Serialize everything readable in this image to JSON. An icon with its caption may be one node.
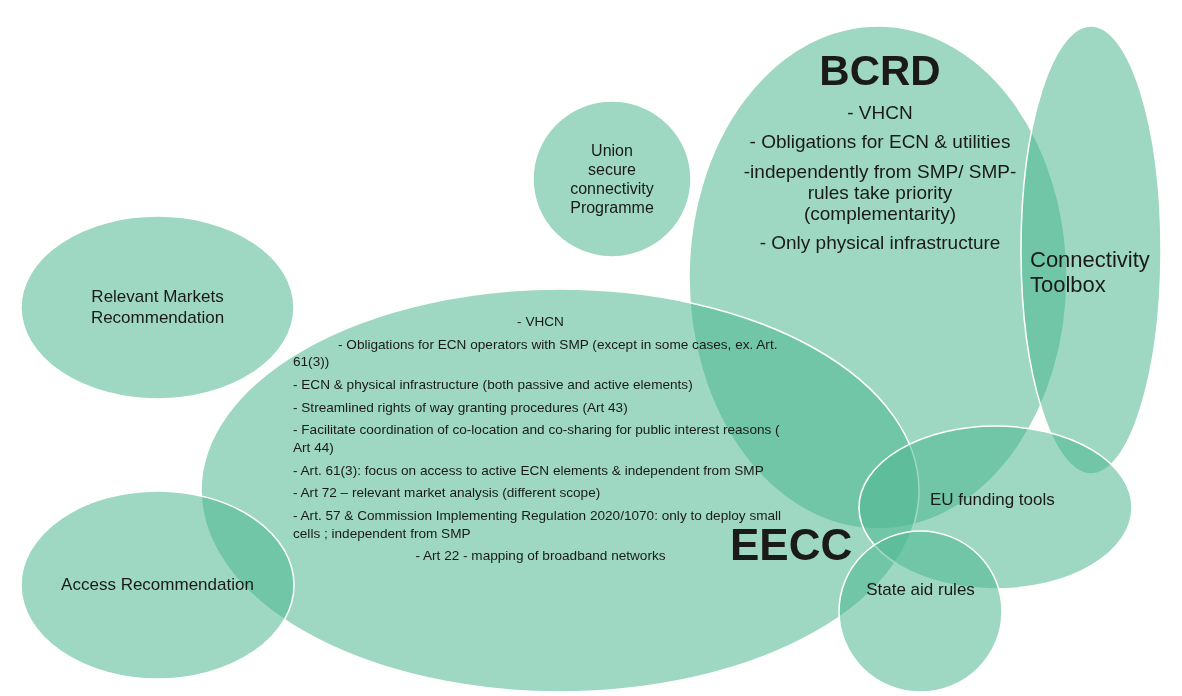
{
  "diagram": {
    "nodes": [
      {
        "text": [
          "BCRD",
          "- VHCN",
          "- Obligations for ECN & utilities",
          "-independently from SMP/ SMP-rules take priority (complementarity)",
          "- Only physical infrastructure"
        ]
      },
      {
        "text": [
          "Union secure connectivity Programme"
        ]
      },
      {
        "text": [
          "Connectivity Toolbox"
        ]
      },
      {
        "text": [
          "Relevant Markets Recommendation"
        ]
      },
      {
        "text": [
          "- VHCN",
          "- Obligations for ECN operators with SMP (except in some cases, ex. Art. 61(3))",
          "- ECN & physical infrastructure (both passive and active elements)",
          "- Streamlined rights of way granting procedures (Art 43)",
          "- Facilitate coordination of co-location and co-sharing for public interest reasons ( Art 44)",
          "- Art. 61(3): focus on access to active ECN elements & independent from SMP",
          "- Art 72 – relevant market analysis (different scope)",
          "- Art. 57 & Commission Implementing Regulation 2020/1070: only to deploy small cells ; independent from SMP",
          "- Art 22  - mapping of broadband networks",
          "EECC"
        ]
      },
      {
        "text": [
          "EU funding tools"
        ]
      },
      {
        "text": [
          "Access Recommendation"
        ]
      },
      {
        "text": [
          "State aid rules"
        ]
      }
    ],
    "edges": []
  }
}
